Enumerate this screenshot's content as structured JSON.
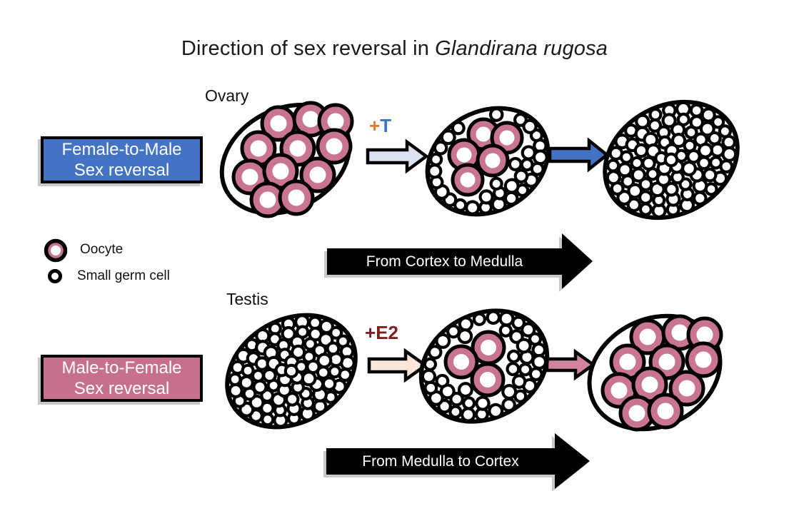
{
  "title": {
    "text": "Direction of sex reversal in",
    "species": "Glandirana rugosa"
  },
  "female_to_male": {
    "label_line1": "Female-to-Male",
    "label_line2": "Sex reversal",
    "organ": "Ovary",
    "treatment": {
      "plus": "+",
      "agent": "T"
    },
    "banner": "From Cortex to Medulla"
  },
  "male_to_female": {
    "label_line1": "Male-to-Female",
    "label_line2": "Sex reversal",
    "organ": "Testis",
    "treatment": {
      "plus": "+",
      "agent": "E2"
    },
    "banner": "From Medulla to Cortex"
  },
  "legend": {
    "oocyte": "Oocyte",
    "small_germ_cell": "Small germ cell"
  },
  "colors": {
    "female_box": "#4472C4",
    "male_box": "#C76F8E",
    "oocyte_ring": "#C9758F",
    "treatment_t_plus": "#E07B35",
    "treatment_t_agent": "#3B76C9",
    "treatment_e2": "#7E1E1E",
    "arrow_t_fill": "#DCE3F1",
    "arrow_blue_fill": "#4472C4",
    "arrow_e2_fill": "#FAE6D9",
    "arrow_pink_fill": "#D5829E",
    "banner_fill": "#000000",
    "banner_text": "#FFFFFF"
  },
  "figures": {
    "ovary": {
      "oocytes": 11,
      "small_germ_cells": false
    },
    "ovary_transitional": {
      "oocytes": 5,
      "small_germ_cells": true
    },
    "masculinized_gonad": {
      "oocytes": 0,
      "small_germ_cells": true
    },
    "testis": {
      "oocytes": 0,
      "small_germ_cells": true
    },
    "testis_transitional": {
      "oocytes": 3,
      "small_germ_cells": true
    },
    "feminized_gonad": {
      "oocytes": 11,
      "small_germ_cells": false
    }
  }
}
